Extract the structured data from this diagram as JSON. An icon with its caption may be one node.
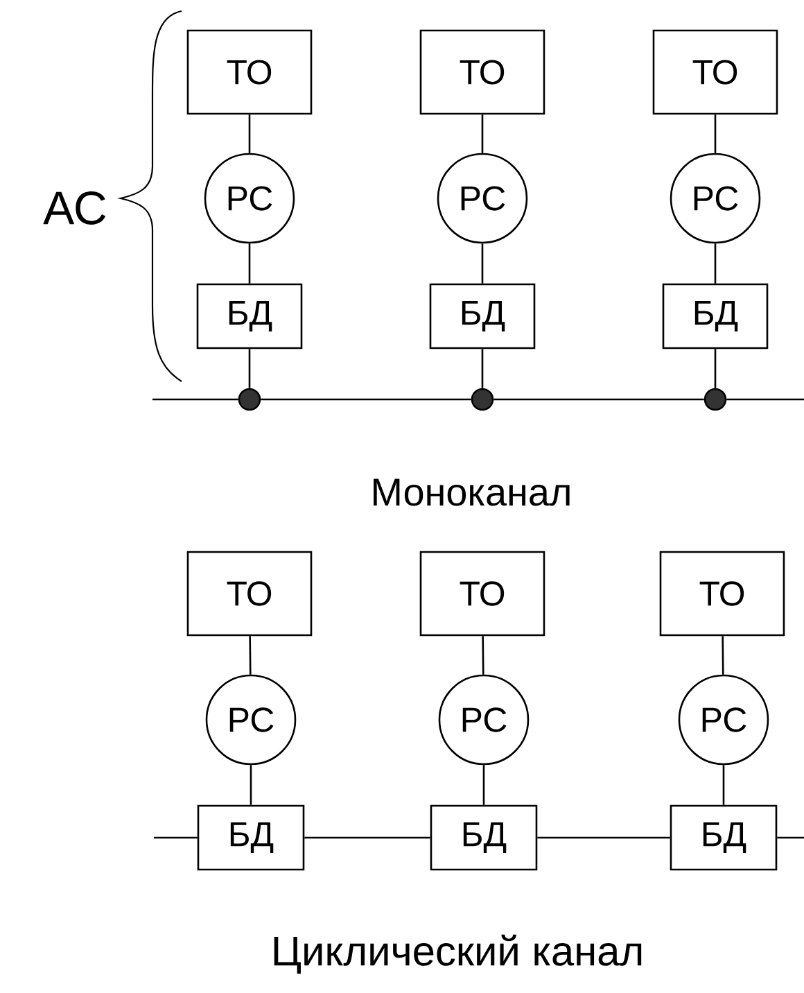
{
  "diagram": {
    "nodes": [
      {
        "text": [
          "ТО"
        ]
      },
      {
        "text": [
          "ТО"
        ]
      },
      {
        "text": [
          "ТО"
        ]
      },
      {
        "text": [
          "РС"
        ]
      },
      {
        "text": [
          "РС"
        ]
      },
      {
        "text": [
          "РС"
        ]
      },
      {
        "text": [
          "БД"
        ]
      },
      {
        "text": [
          "БД"
        ]
      },
      {
        "text": [
          "БД"
        ]
      },
      {
        "text": [],
        "shape": "circle"
      },
      {
        "text": [],
        "shape": "circle"
      },
      {
        "text": [],
        "shape": "circle"
      },
      {
        "text": [
          "ТО"
        ]
      },
      {
        "text": [
          "ТО"
        ]
      },
      {
        "text": [
          "ТО"
        ]
      },
      {
        "text": [
          "РС"
        ]
      },
      {
        "text": [
          "РС"
        ]
      },
      {
        "text": [
          "РС"
        ]
      },
      {
        "text": [
          "БД"
        ]
      },
      {
        "text": [
          "БД"
        ]
      },
      {
        "text": [
          "БД"
        ]
      }
    ],
    "edges": [
      {
        "from": 0,
        "to": 3,
        "arrow": "none"
      },
      {
        "from": 1,
        "to": 4,
        "arrow": "none"
      },
      {
        "from": 2,
        "to": 5,
        "arrow": "none"
      },
      {
        "from": 3,
        "to": 6,
        "arrow": "none"
      },
      {
        "from": 4,
        "to": 7,
        "arrow": "none"
      },
      {
        "from": 5,
        "to": 8,
        "arrow": "none"
      },
      {
        "from": 6,
        "to": 9,
        "arrow": "none"
      },
      {
        "from": 7,
        "to": 10,
        "arrow": "none"
      },
      {
        "from": 8,
        "to": 11,
        "arrow": "none"
      },
      {
        "from": null,
        "to": 9,
        "arrow": "none"
      },
      {
        "from": 9,
        "to": 10,
        "arrow": "none"
      },
      {
        "from": 10,
        "to": 11,
        "arrow": "none"
      },
      {
        "from": 11,
        "to": null,
        "arrow": "none"
      },
      {
        "from": 12,
        "to": 15,
        "arrow": "none"
      },
      {
        "from": 13,
        "to": 16,
        "arrow": "none"
      },
      {
        "from": 14,
        "to": 17,
        "arrow": "none"
      },
      {
        "from": 15,
        "to": 18,
        "arrow": "none"
      },
      {
        "from": 16,
        "to": 19,
        "arrow": "none"
      },
      {
        "from": 17,
        "to": 20,
        "arrow": "none"
      },
      {
        "from": null,
        "to": 18,
        "arrow": "none"
      },
      {
        "from": 18,
        "to": 19,
        "arrow": "none"
      },
      {
        "from": 19,
        "to": 20,
        "arrow": "none"
      },
      {
        "from": 20,
        "to": null,
        "arrow": "none"
      }
    ],
    "labels": [
      "АС",
      "Моноканал",
      "Циклический канал"
    ]
  }
}
